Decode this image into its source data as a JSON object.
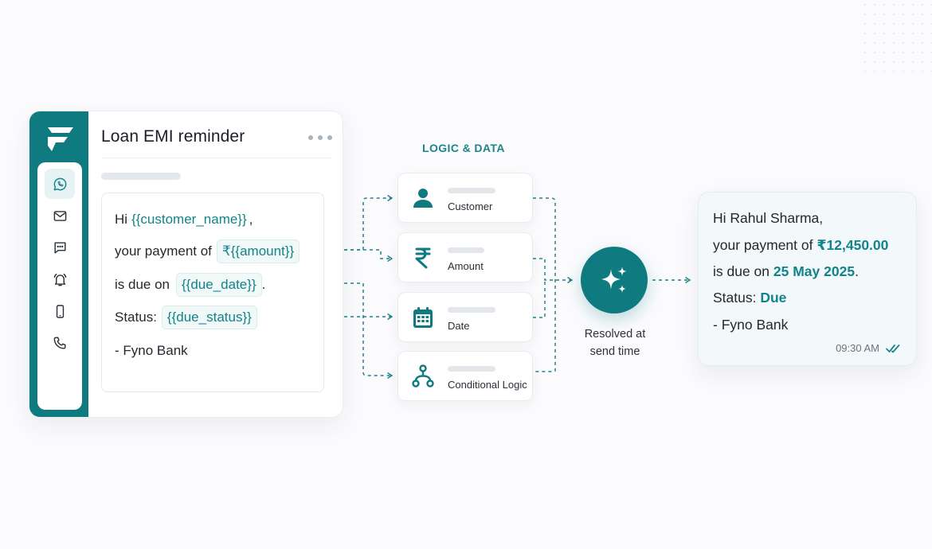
{
  "editor": {
    "title": "Loan EMI reminder",
    "channels": [
      "whatsapp-icon",
      "email-icon",
      "sms-icon",
      "push-notification-icon",
      "mobile-icon",
      "phone-icon"
    ],
    "message": {
      "greeting": "Hi",
      "customer_var": "{{customer_name}}",
      "greeting_suffix": ",",
      "payment_prefix": "your payment of",
      "amount_var": "₹{{amount}}",
      "due_prefix": "is due on",
      "due_date_var": "{{due_date}}",
      "due_suffix": ".",
      "status_prefix": "Status:",
      "status_var": "{{due_status}}",
      "signature": "- Fyno Bank"
    }
  },
  "logic": {
    "section_label": "LOGIC & DATA",
    "cards": [
      {
        "label": "Customer",
        "icon": "user-icon"
      },
      {
        "label": "Amount",
        "icon": "rupee-icon"
      },
      {
        "label": "Date",
        "icon": "calendar-icon"
      },
      {
        "label": "Conditional Logic",
        "icon": "branch-icon"
      }
    ]
  },
  "resolver": {
    "icon": "sparkle-icon",
    "caption_line1": "Resolved at",
    "caption_line2": "send time"
  },
  "resolved_message": {
    "greeting": "Hi Rahul Sharma,",
    "payment_prefix": "your payment of",
    "amount": "₹12,450.00",
    "due_prefix": "is due on",
    "due_date": "25 May 2025",
    "due_suffix": ".",
    "status_prefix": "Status:",
    "status": "Due",
    "signature": "- Fyno Bank",
    "time": "09:30 AM",
    "read_receipt_icon": "double-check-icon"
  },
  "colors": {
    "brand_teal": "#0f7a80",
    "accent_text": "#11838a",
    "section_label": "#1b858b",
    "background": "#fbfbfd"
  }
}
